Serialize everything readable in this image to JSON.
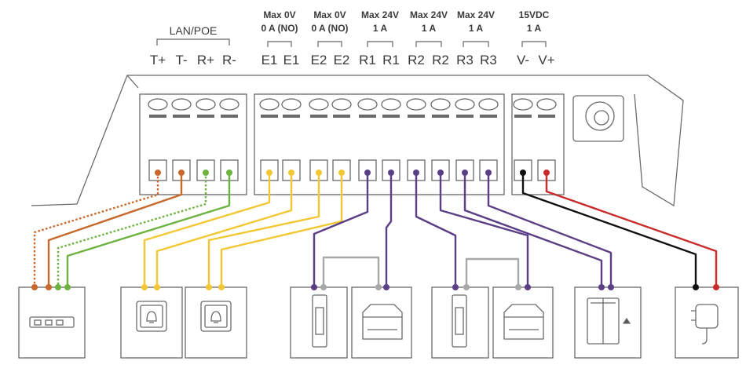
{
  "group_label": "LAN/POE",
  "ratings": [
    {
      "line1": "Max 0V",
      "line2": "0 A (NO)"
    },
    {
      "line1": "Max 0V",
      "line2": "0 A (NO)"
    },
    {
      "line1": "Max 24V",
      "line2": "1 A"
    },
    {
      "line1": "Max 24V",
      "line2": "1 A"
    },
    {
      "line1": "Max 24V",
      "line2": "1 A"
    },
    {
      "line1": "15VDC",
      "line2": "1 A"
    }
  ],
  "terminals": [
    "T+",
    "T-",
    "R+",
    "R-",
    "E1",
    "E1",
    "E2",
    "E2",
    "R1",
    "R1",
    "R2",
    "R2",
    "R3",
    "R3",
    "V-",
    "V+"
  ],
  "wire_colors": {
    "tx": "#c8682a",
    "rx": "#6cb33f",
    "bell": "#f2c832",
    "relay": "#5b3f86",
    "gnd": "#111111",
    "pos": "#c92a2a",
    "bridge": "#a8a8a8"
  },
  "devices": [
    {
      "name": "poe-switch",
      "icon": "network-switch-icon"
    },
    {
      "name": "exit-button-1",
      "icon": "doorbell-button-icon"
    },
    {
      "name": "exit-button-2",
      "icon": "doorbell-button-icon"
    },
    {
      "name": "door-strike-1",
      "icon": "electric-strike-icon"
    },
    {
      "name": "power-supply-1",
      "icon": "din-rail-psu-icon"
    },
    {
      "name": "door-strike-2",
      "icon": "electric-strike-icon"
    },
    {
      "name": "power-supply-2",
      "icon": "din-rail-psu-icon"
    },
    {
      "name": "gate-lock",
      "icon": "gate-lock-icon"
    },
    {
      "name": "power-adapter",
      "icon": "power-adapter-icon"
    }
  ]
}
